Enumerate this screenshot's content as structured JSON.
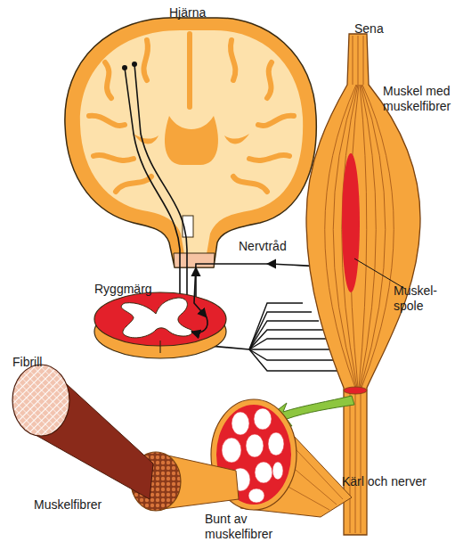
{
  "diagram": {
    "labels": [
      "Hjärna",
      "Sena",
      "Muskel med muskelfibrer",
      "Nervtråd",
      "Ryggmärg",
      "Muskel- spole",
      "Fibrill",
      "Muskelfibrer",
      "Bunt av muskelfibrer",
      "Kärl och nerver"
    ]
  }
}
